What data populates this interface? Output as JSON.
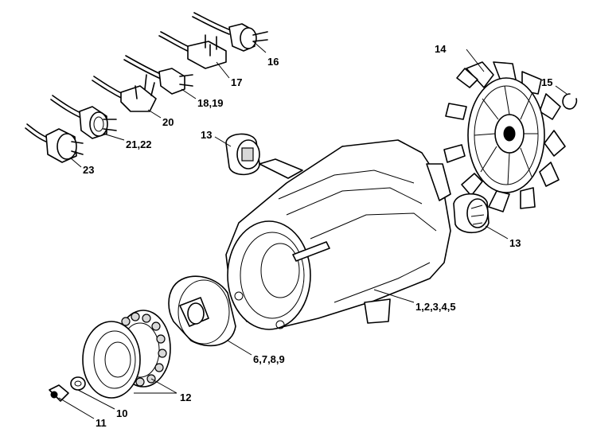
{
  "callouts": {
    "c14": "14",
    "c15": "15",
    "c16": "16",
    "c17": "17",
    "c18": "18,19",
    "c20": "20",
    "c21": "21,22",
    "c23": "23",
    "c13a": "13",
    "c13b": "13",
    "c1": "1,2,3,4,5",
    "c6": "6,7,8,9",
    "c12": "12",
    "c10": "10",
    "c11": "11"
  }
}
